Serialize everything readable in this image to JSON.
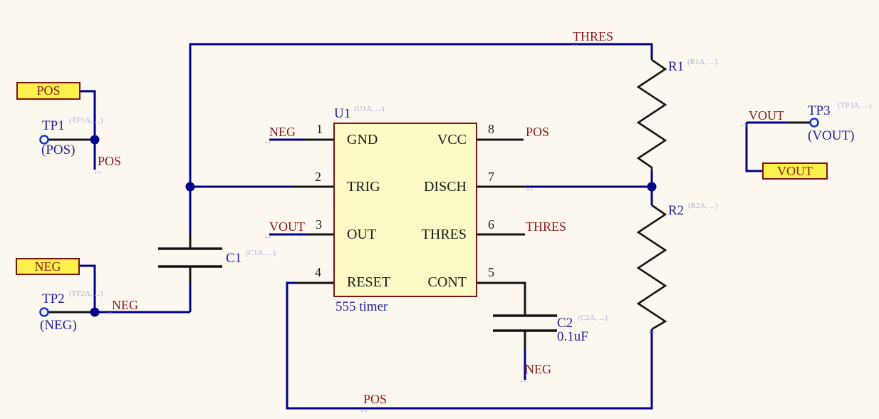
{
  "colors": {
    "background": "#FDF8EF",
    "wire": "#00008B",
    "pin_stub": "#141414",
    "net_label": "#8B1A1A",
    "reference_text": "#21219E",
    "annotation_suffix": "#A9ADD9",
    "flag_fill": "#FBF14C",
    "flag_border": "#7E1410",
    "ic_fill": "#FCFBC6",
    "ic_border": "#7E1410"
  },
  "ic": {
    "ref": "U1",
    "ref_suffix": "(U1A, ...)",
    "subtitle": "555 timer",
    "left_pins": [
      {
        "num": "1",
        "name": "GND"
      },
      {
        "num": "2",
        "name": "TRIG"
      },
      {
        "num": "3",
        "name": "OUT"
      },
      {
        "num": "4",
        "name": "RESET"
      }
    ],
    "right_pins": [
      {
        "num": "8",
        "name": "VCC"
      },
      {
        "num": "7",
        "name": "DISCH"
      },
      {
        "num": "6",
        "name": "THRES"
      },
      {
        "num": "5",
        "name": "CONT"
      }
    ]
  },
  "components": {
    "r1": {
      "ref": "R1",
      "suffix": "(R1A, ...)"
    },
    "r2": {
      "ref": "R2",
      "suffix": "(R2A, ...)"
    },
    "c1": {
      "ref": "C1",
      "suffix": "(C1A, ...)"
    },
    "c2": {
      "ref": "C2",
      "suffix": "(C2A, ...)",
      "value": "0.1uF"
    }
  },
  "test_points": {
    "tp1": {
      "ref": "TP1",
      "suffix": "(TP1A, ...)",
      "net": "(POS)"
    },
    "tp2": {
      "ref": "TP2",
      "suffix": "(TP2A, ...)",
      "net": "(NEG)"
    },
    "tp3": {
      "ref": "TP3",
      "suffix": "(TP3A, ...)",
      "net": "(VOUT)"
    }
  },
  "flags": {
    "pos": "POS",
    "neg": "NEG",
    "vout": "VOUT"
  },
  "net_labels": {
    "thres_top": "THRES",
    "pin1_neg": "NEG",
    "pin3_vout": "VOUT",
    "pin8_pos": "POS",
    "pin6_thres": "THRES",
    "pos_bottom": "POS",
    "pos_tp1": "POS",
    "neg_tp2": "NEG",
    "neg_c2": "NEG",
    "vout_tp3": "VOUT"
  }
}
